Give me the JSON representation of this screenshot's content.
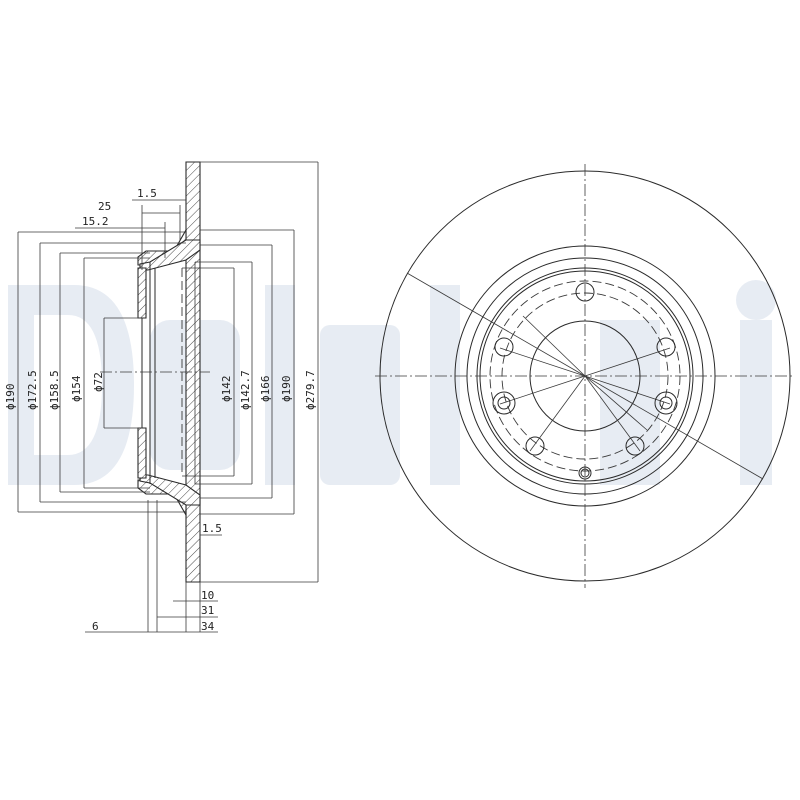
{
  "watermark": {
    "text": "Delphi",
    "color": "#dfe5ef"
  },
  "section_view": {
    "axial_dimensions": {
      "top": [
        {
          "id": "flange_thickness_top",
          "label": "1.5"
        },
        {
          "id": "hat_depth_outer",
          "label": "25"
        },
        {
          "id": "hat_depth_inner",
          "label": "15.2"
        }
      ],
      "bottom": [
        {
          "id": "flange_thickness_bottom",
          "label": "1.5"
        },
        {
          "id": "disc_thickness",
          "label": "10"
        },
        {
          "id": "offset_31",
          "label": "31"
        },
        {
          "id": "overall_height",
          "label": "34"
        },
        {
          "id": "hub_thickness",
          "label": "6"
        }
      ]
    },
    "diameters_left": [
      {
        "id": "d190_left",
        "label": "ϕ190"
      },
      {
        "id": "d172_5",
        "label": "ϕ172.5"
      },
      {
        "id": "d158_5",
        "label": "ϕ158.5"
      },
      {
        "id": "d154",
        "label": "ϕ154"
      },
      {
        "id": "d72",
        "label": "ϕ72"
      }
    ],
    "diameters_right": [
      {
        "id": "d142",
        "label": "ϕ142"
      },
      {
        "id": "d142_7",
        "label": "ϕ142.7"
      },
      {
        "id": "d166",
        "label": "ϕ166"
      },
      {
        "id": "d190_right",
        "label": "ϕ190"
      },
      {
        "id": "d279_7",
        "label": "ϕ279.7"
      }
    ]
  },
  "front_view": {
    "bolt_holes": 7,
    "center_holes": 1,
    "outer_diameter_label": "ϕ279.7"
  }
}
